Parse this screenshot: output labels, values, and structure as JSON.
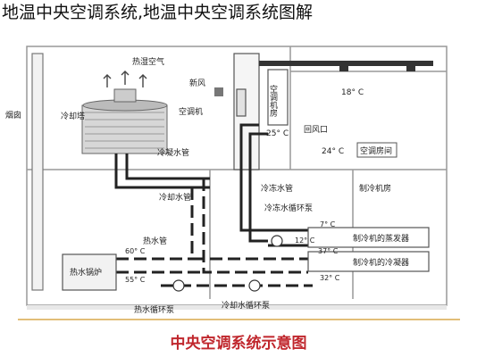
{
  "top_title": "地温中央空调系统,地温中央空调系统图解",
  "caption": "中央空调系统示意图",
  "labels": {
    "chimney": "烟囱",
    "cooling_tower_word": "冷却塔",
    "heat_wet_air": "热湿空气",
    "fresh_air": "新风",
    "air_handler": "空调机",
    "return_vent": "回风口",
    "cond_pipe": "冷凝水管",
    "cooling_water_pipe": "冷却水管",
    "chilled_water_pipe": "冷冻水管",
    "chilled_circ_pump": "冷冻水循环泵",
    "hot_water_pipe": "热水管",
    "hot_water_boiler": "热水锅炉",
    "hot_circ_pump": "热水循环泵",
    "cooling_circ_pump": "冷却水循环泵",
    "chiller_room": "制冷机房",
    "ac_room": "空调房间",
    "evaporator": "制冷机的蒸发器",
    "condenser": "制冷机的冷凝器",
    "duct_room": "空调机房"
  },
  "temps": {
    "t25": "25° C",
    "t24": "24° C",
    "t18": "18° C",
    "t7": "7° C",
    "t12": "12° C",
    "t37": "37° C",
    "t32": "32° C",
    "t60": "60° C",
    "t55": "55° C"
  }
}
